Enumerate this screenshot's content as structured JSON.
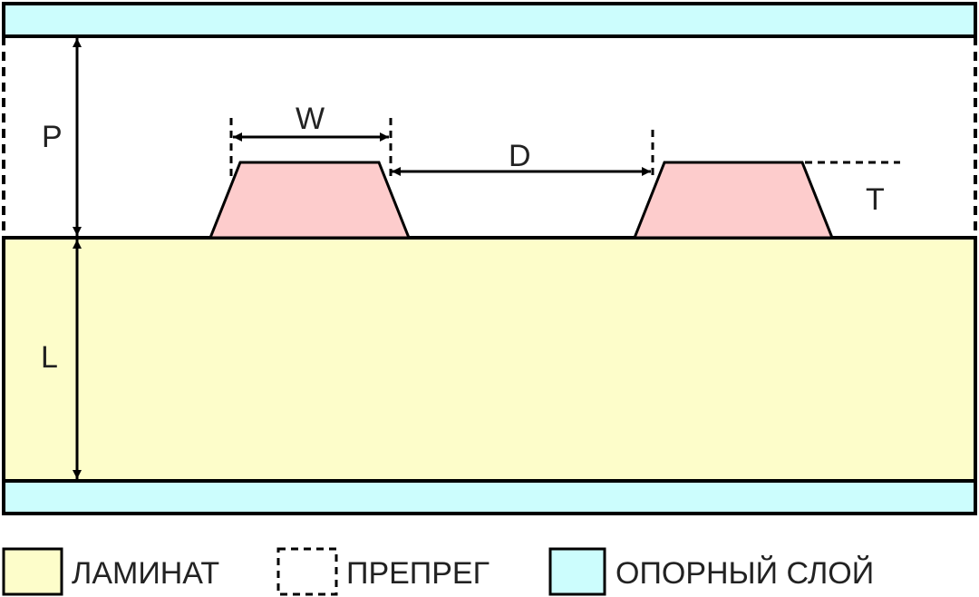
{
  "colors": {
    "laminate": "#fdfdca",
    "support": "#ccfdfd",
    "trace": "#fdcccc",
    "stroke": "#000000",
    "text": "#222222"
  },
  "dimensions": {
    "p": "P",
    "l": "L",
    "w": "W",
    "d": "D",
    "t": "T"
  },
  "legend": {
    "laminate": "ЛАМИНАТ",
    "prepreg": "ПРЕПРЕГ",
    "support": "ОПОРНЫЙ СЛОЙ"
  }
}
